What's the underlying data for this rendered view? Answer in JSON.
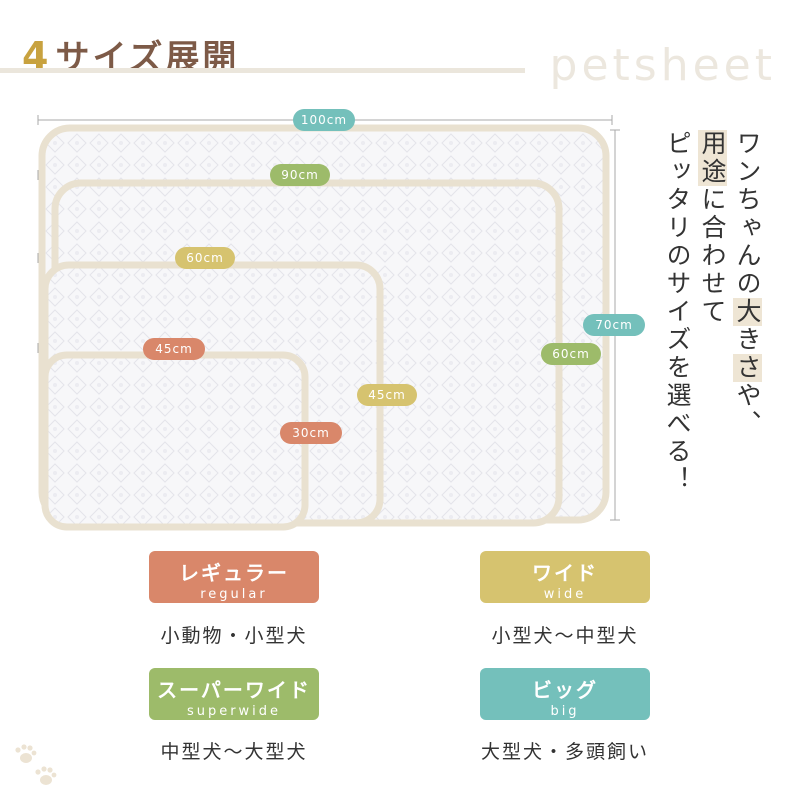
{
  "header": {
    "number": "4",
    "title": "サイズ展開",
    "subtitle": "petsheet"
  },
  "dimensions": {
    "w100": "100cm",
    "w90": "90cm",
    "w60": "60cm",
    "w45": "45cm",
    "h70": "70cm",
    "h60": "60cm",
    "h45": "45cm",
    "h30": "30cm"
  },
  "colors": {
    "regular": "#d9876a",
    "wide": "#d6c36f",
    "superwide": "#9dbb6a",
    "big": "#74c0bb",
    "sheet_border": "#e9e1d0",
    "sheet_fill": "#f7f7f9"
  },
  "tagline": {
    "line1_before": "ワンちゃんの",
    "line1_hl1": "大",
    "line1_mid": "き",
    "line1_hl2": "さ",
    "line1_after": "や、",
    "line2_hl": "用途",
    "line2_after": "に合わせて",
    "line3": "ピッタリのサイズを選べる！"
  },
  "sizes": [
    {
      "label_jp": "レギュラー",
      "label_en": "regular",
      "use": "小動物・小型犬"
    },
    {
      "label_jp": "ワイド",
      "label_en": "wide",
      "use": "小型犬〜中型犬"
    },
    {
      "label_jp": "スーパーワイド",
      "label_en": "superwide",
      "use": "中型犬〜大型犬"
    },
    {
      "label_jp": "ビッグ",
      "label_en": "big",
      "use": "大型犬・多頭飼い"
    }
  ],
  "decoration": {
    "icon": "paw-print-icon"
  }
}
